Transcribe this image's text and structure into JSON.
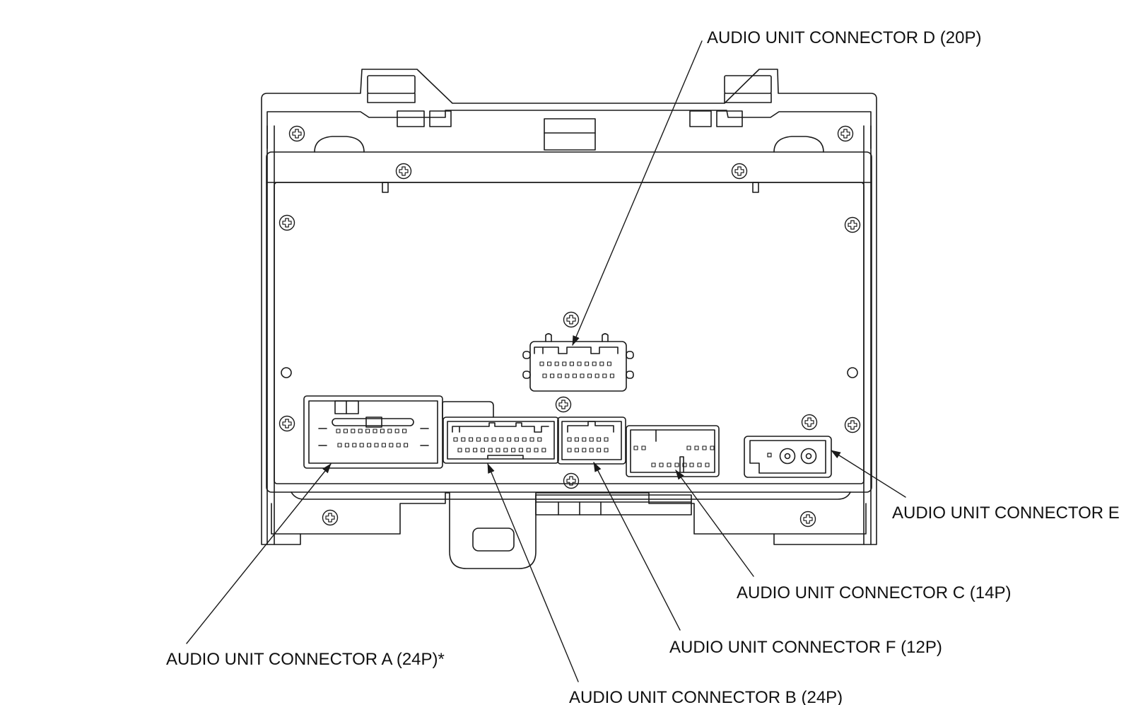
{
  "colors": {
    "line": "#1a1a1a",
    "background": "#ffffff",
    "text": "#111111"
  },
  "callouts": {
    "connector_d": "AUDIO UNIT CONNECTOR D (20P)",
    "connector_e": "AUDIO UNIT CONNECTOR E",
    "connector_c": "AUDIO UNIT CONNECTOR C (14P)",
    "connector_f": "AUDIO UNIT CONNECTOR F (12P)",
    "connector_a": "AUDIO UNIT CONNECTOR A (24P)*",
    "connector_b": "AUDIO UNIT CONNECTOR B (24P)"
  }
}
